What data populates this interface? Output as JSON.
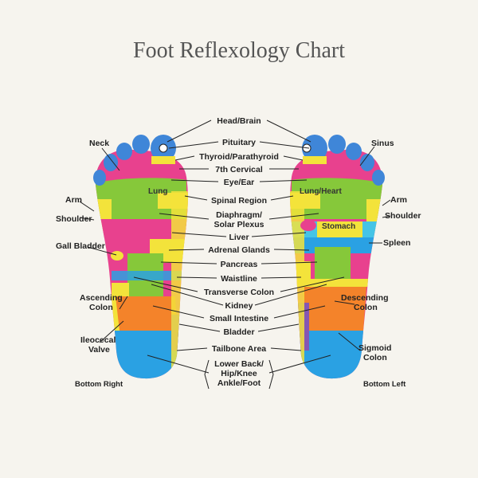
{
  "title": "Foot Reflexology Chart",
  "feet": {
    "right_caption": "Bottom Right",
    "left_caption": "Bottom Left"
  },
  "center_labels": [
    "Head/Brain",
    "Pituitary",
    "Thyroid/Parathyroid",
    "7th Cervical",
    "Eye/Ear",
    "Spinal Region",
    "Diaphragm/",
    "Solar Plexus",
    "Liver",
    "Adrenal Glands",
    "Pancreas",
    "Waistline",
    "Transverse Colon",
    "Kidney",
    "Small Intestine",
    "Bladder",
    "Tailbone Area",
    "Lower Back/",
    "Hip/Knee",
    "Ankle/Foot"
  ],
  "left_side_labels": [
    "Neck",
    "Arm",
    "Shoulder",
    "Gall Bladder",
    "Ascending",
    "Colon",
    "Ileocecal",
    "Valve"
  ],
  "right_side_labels": [
    "Sinus",
    "Arm",
    "Shoulder",
    "Spleen",
    "Descending",
    "Colon",
    "Sigmoid",
    "Colon"
  ],
  "zone_labels": {
    "lung": "Lung",
    "lung_heart": "Lung/Heart",
    "stomach": "Stomach"
  },
  "colors": {
    "pink": "#e8418e",
    "green": "#86c83a",
    "yellow": "#f3e33b",
    "orange": "#f4832a",
    "blue": "#2aa1e3",
    "purple": "#8557b4",
    "cyan": "#45c4e6",
    "toe_blue": "#3f86d8"
  }
}
